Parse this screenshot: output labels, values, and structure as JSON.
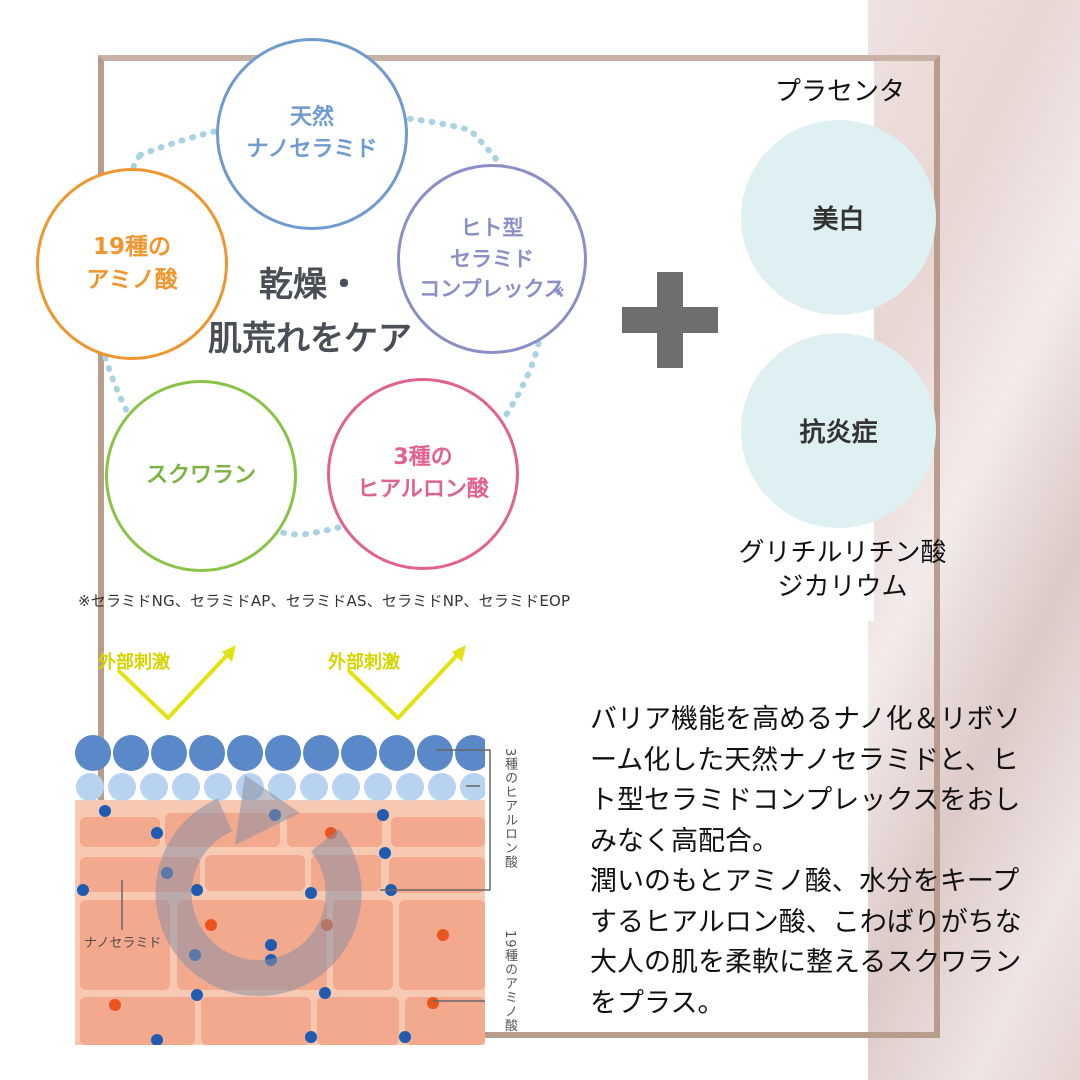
{
  "ingredients": {
    "natural_nanoceramide": "天然\nナノセラミド",
    "amino_acids": "19種の\nアミノ酸",
    "human_ceramide": "ヒト型\nセラミド\nコンプレックス",
    "human_ceramide_mark": "※",
    "squalane": "スクワラン",
    "hyaluronic": "3種の\nヒアルロン酸"
  },
  "center": {
    "line1": "乾燥・",
    "line2": "肌荒れをケア"
  },
  "footnote": "※セラミドNG、セラミドAP、セラミドAS、セラミドNP、セラミドEOP",
  "right": {
    "placenta": "プラセンタ",
    "whitening": "美白",
    "anti_inflammation": "抗炎症",
    "glycyrrhizin_line1": "グリチルリチン酸",
    "glycyrrhizin_line2": "ジカリウム"
  },
  "diagram": {
    "external_stimulus_1": "外部刺激",
    "external_stimulus_2": "外部刺激",
    "label_hyaluronic": "3種のヒアルロン酸",
    "label_nanoceramide": "ナノセラミド",
    "label_amino": "19種のアミノ酸"
  },
  "description": "バリア機能を高めるナノ化＆リボソ\nーム化した天然ナノセラミドと、ヒ\nト型セラミドコンプレックスをおし\nみなく高配合。\n潤いのもとアミノ酸、水分をキープ\nするヒアルロン酸、こわばりがちな\n大人の肌を柔軟に整えるスクワラン\nをプラス。",
  "colors": {
    "blue": "#6f9bcf",
    "orange": "#f0962e",
    "purple": "#8c8fc6",
    "green": "#8bc34a",
    "pink": "#e0628f",
    "dotted": "#a9d3e3",
    "frame": "#b89c8c"
  }
}
